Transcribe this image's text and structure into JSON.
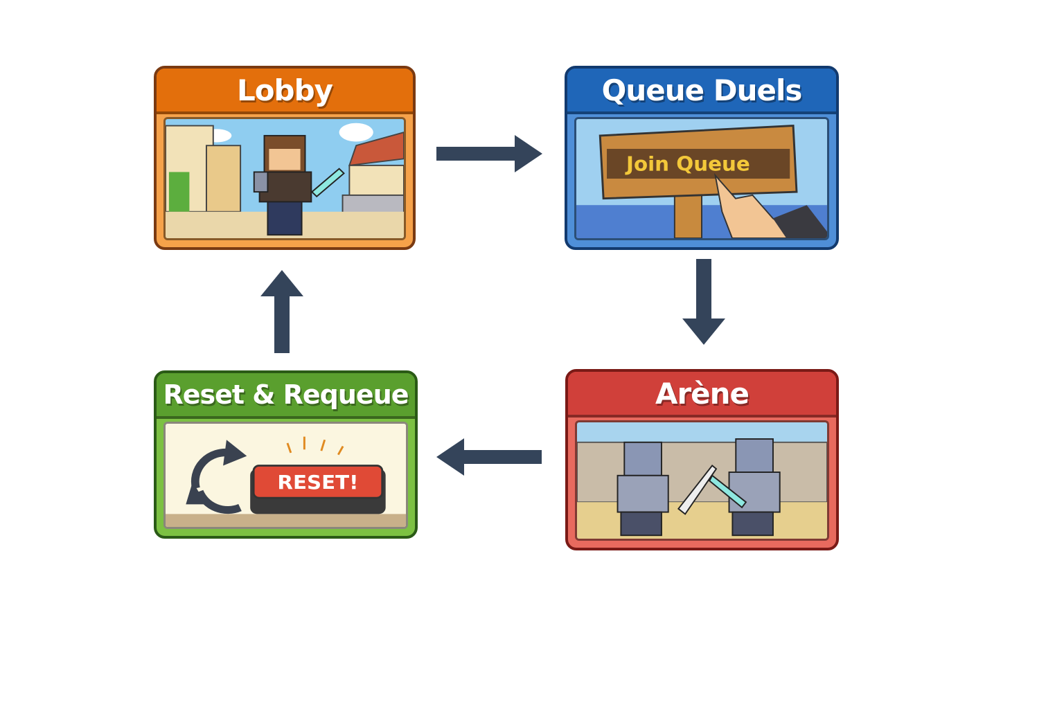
{
  "steps": [
    {
      "title": "Lobby",
      "color": "#e36f0c",
      "border": "#f29a3c"
    },
    {
      "title": "Queue Duels",
      "color": "#1f66b8",
      "border": "#4f8fd8",
      "sign_text": "Join Queue"
    },
    {
      "title": "Arène",
      "color": "#d0403a",
      "border": "#e86a5e"
    },
    {
      "title": "Reset & Requeue",
      "color": "#5a9f2e",
      "border": "#7cc142",
      "button_text": "RESET!"
    }
  ],
  "arrow_color": "#34445a",
  "flow": [
    "Lobby",
    "Queue Duels",
    "Arène",
    "Reset & Requeue",
    "Lobby"
  ]
}
